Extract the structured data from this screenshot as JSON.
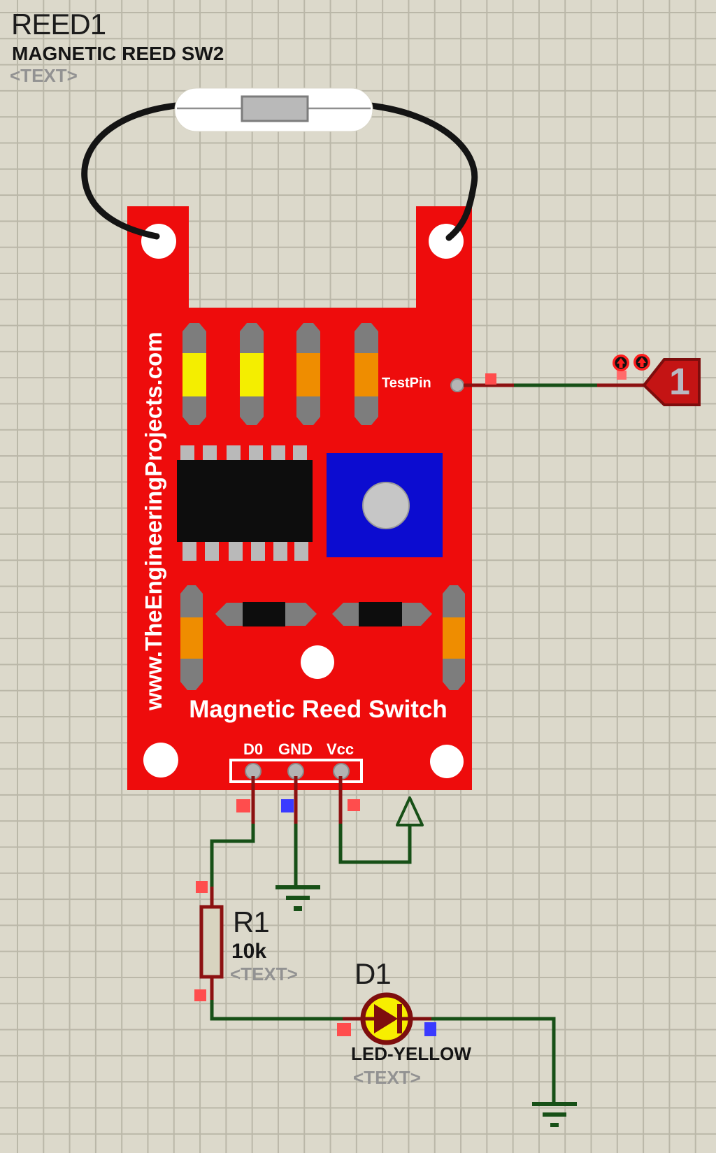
{
  "reed_switch": {
    "ref": "REED1",
    "value": "MAGNETIC REED SW2",
    "text_placeholder": "<TEXT>"
  },
  "module": {
    "website": "www.TheEngineeringProjects.com",
    "title": "Magnetic Reed Switch",
    "testpin_label": "TestPin",
    "pin_labels": [
      "D0",
      "GND",
      "Vcc"
    ]
  },
  "terminal": {
    "label": "1"
  },
  "resistor": {
    "ref": "R1",
    "value": "10k",
    "text_placeholder": "<TEXT>"
  },
  "led": {
    "ref": "D1",
    "value": "LED-YELLOW",
    "text_placeholder": "<TEXT>"
  },
  "colors": {
    "board_red": "#ee0c0c",
    "wire_green": "#175017",
    "pin_dark_red": "#8c1111",
    "silk_gray": "#7d7d7d",
    "cap_yellow": "#f4ee00",
    "cap_orange": "#ef8d00",
    "pot_blue": "#0c0cd0",
    "led_yellow": "#f7ef00",
    "junction_red": "#ff4d4d",
    "junction_blue": "#3a3aff",
    "terminal_red": "#c41414",
    "grid_bg": "#dcd9cb",
    "grid_line": "#bab7a8",
    "label_gray": "#929292"
  }
}
